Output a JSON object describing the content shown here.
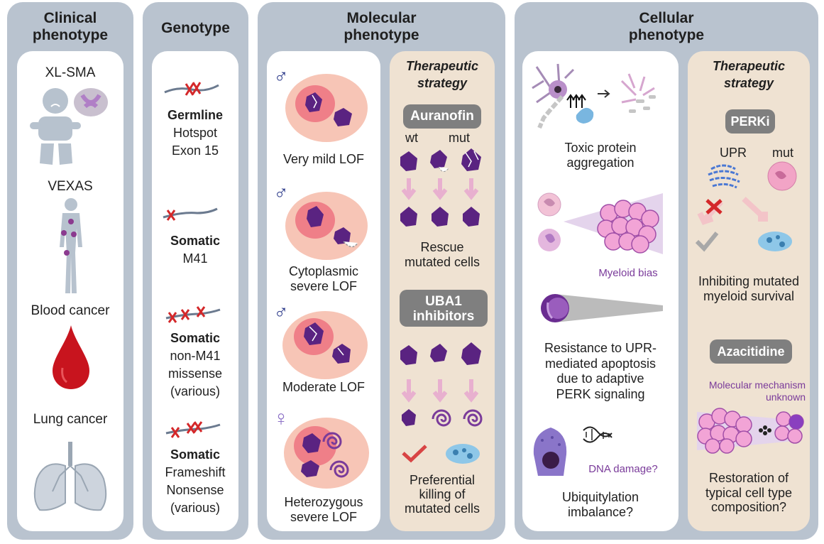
{
  "columns": {
    "clinical": {
      "title": "Clinical\nphenotype",
      "diseases": [
        "XL-SMA",
        "VEXAS",
        "Blood cancer",
        "Lung cancer"
      ]
    },
    "genotype": {
      "title": "Genotype",
      "items": [
        {
          "bold": "Germline",
          "lines": [
            "Hotspot",
            "Exon 15"
          ]
        },
        {
          "bold": "Somatic",
          "lines": [
            "M41"
          ]
        },
        {
          "bold": "Somatic",
          "lines": [
            "non-M41",
            "missense",
            "(various)"
          ]
        },
        {
          "bold": "Somatic",
          "lines": [
            "Frameshift",
            "Nonsense",
            "(various)"
          ]
        }
      ]
    },
    "molecular": {
      "title": "Molecular\nphenotype",
      "sexes": [
        "♂",
        "♂",
        "♂",
        "♀"
      ],
      "labels": [
        "Very mild LOF",
        "Cytoplasmic\nsevere LOF",
        "Moderate LOF",
        "Heterozygous\nsevere LOF"
      ],
      "strategy": {
        "title": "Therapeutic\nstrategy",
        "drug1": "Auranofin",
        "wt": "wt",
        "mut": "mut",
        "rescue": "Rescue\nmutated cells",
        "drug2": "UBA1\ninhibitors",
        "killing": "Preferential\nkilling of\nmutated cells"
      }
    },
    "cellular": {
      "title": "Cellular\nphenotype",
      "items": [
        "Toxic protein\naggregation",
        "Myeloid bias",
        "Resistance to UPR-\nmediated apoptosis\ndue to adaptive\nPERK signaling",
        "DNA damage?",
        "Ubiquitylation\nimbalance?"
      ],
      "strategy": {
        "title": "Therapeutic\nstrategy",
        "drug1": "PERKi",
        "upr": "UPR",
        "mut": "mut",
        "result1": "Inhibiting mutated\nmyeloid survival",
        "drug2": "Azacitidine",
        "mechanism": "Molecular mechanism\nunknown",
        "result2": "Restoration of\ntypical cell type\ncomposition?"
      }
    }
  },
  "colors": {
    "panel": "#b9c3cf",
    "tan": "#efe2d2",
    "purple": "#6a2c91",
    "pink": "#f5b9ad",
    "red": "#d4282a",
    "sexIcon": "#2c3a8a"
  }
}
